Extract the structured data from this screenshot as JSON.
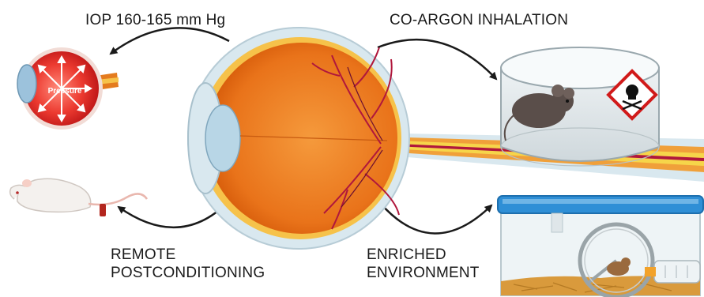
{
  "labels": {
    "iop": "IOP 160-165 mm Hg",
    "argon": "CO-ARGON INHALATION",
    "remote_line1": "REMOTE",
    "remote_line2": "POSTCONDITIONING",
    "enriched_line1": "ENRICHED",
    "enriched_line2": "ENVIRONMENT",
    "pressure": "Pressure"
  },
  "colors": {
    "eye_outer": "#d9e8ef",
    "eye_choroid": "#f28a2a",
    "eye_inner": "#e96c14",
    "lens": "#b8d6e6",
    "vessel": "#b0173c",
    "pressure_eye": "#e8302c",
    "arrow": "#1a1a1a",
    "cage_lid": "#2f8fd6",
    "bedding": "#d99a3c"
  },
  "icons": [
    "hazard-skull-icon",
    "mouse-icon",
    "rat-icon",
    "exercise-wheel-icon",
    "water-bottle-icon"
  ]
}
